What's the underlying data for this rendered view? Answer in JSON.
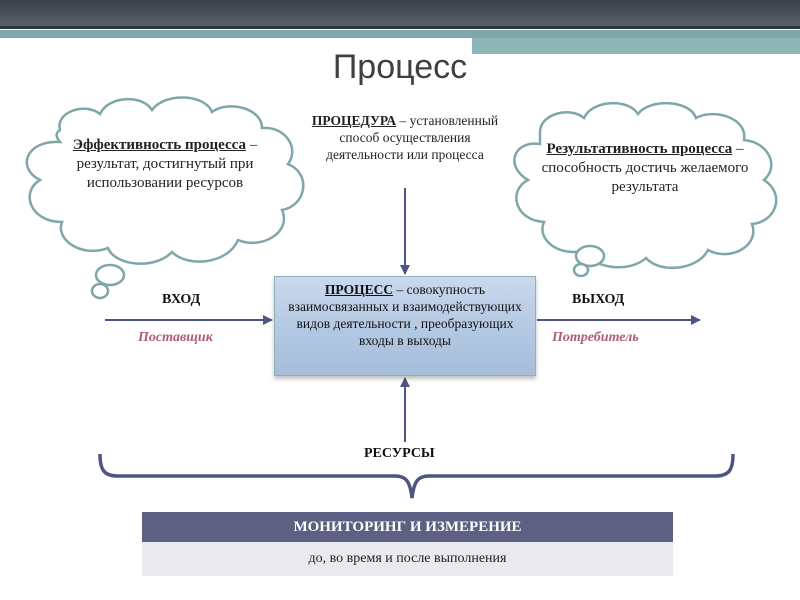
{
  "slide": {
    "title": "Процесс"
  },
  "cloud_left": {
    "term": "Эффективность процесса",
    "definition": " – результат, достигнутый при использовании ресурсов"
  },
  "cloud_right": {
    "term": "Результативность процесса",
    "definition": " – способность достичь желаемого результата"
  },
  "procedure": {
    "term": "ПРОЦЕДУРА",
    "definition": " – установленный способ осуществления деятельности или процесса"
  },
  "process": {
    "term": "ПРОЦЕСС",
    "definition": " – совокупность взаимосвязанных и взаимодействующих видов деятельности , преобразующих входы в выходы"
  },
  "input": {
    "label": "ВХОД",
    "source": "Поставщик"
  },
  "output": {
    "label": "ВЫХОД",
    "target": "Потребитель"
  },
  "resources": {
    "label": "РЕСУРСЫ"
  },
  "monitoring": {
    "title": "МОНИТОРИНГ И ИЗМЕРЕНИЕ",
    "subtitle": "до, во время и после выполнения"
  },
  "colors": {
    "arrow": "#4e5582",
    "cloud_stroke": "#7fa6a8",
    "process_fill": "#b3c8e2",
    "monitor_header": "#5d5f83",
    "italic_label": "#b05a79"
  }
}
